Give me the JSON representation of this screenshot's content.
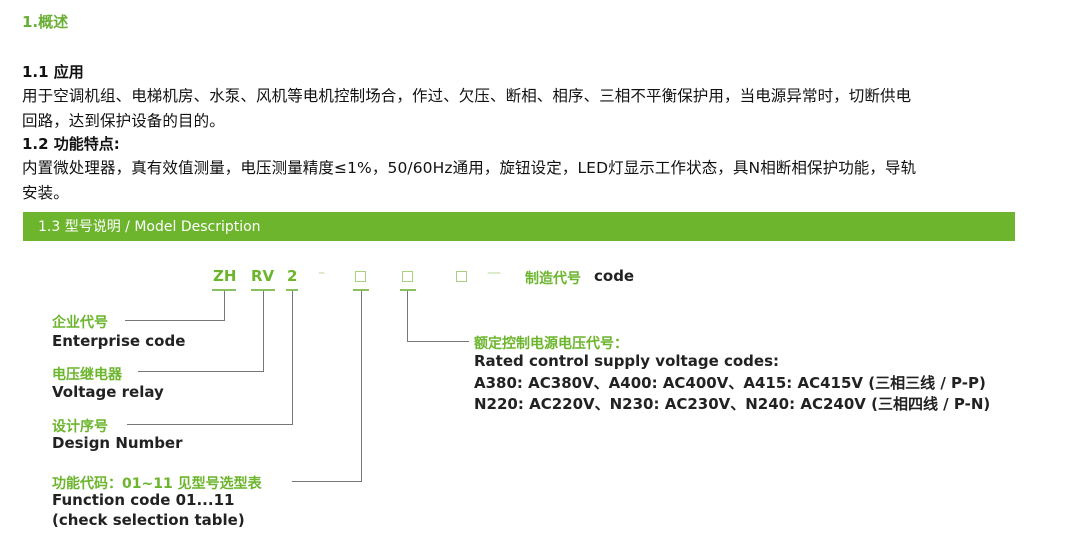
{
  "section": {
    "title": "1.概述"
  },
  "application": {
    "heading": "1.1 应用",
    "lines": [
      "用于空调机组、电梯机房、水泵、风机等电机控制场合，作过、欠压、断相、相序、三相不平衡保护用，当电源异常时，切断供电",
      "回路，达到保护设备的目的。"
    ]
  },
  "features": {
    "heading": "1.2 功能特点:",
    "lines": [
      "内置微处理器，真有效值测量，电压测量精度≤1%，50/60Hz通用，旋钮设定，LED灯显示工作状态，具N相断相保护功能，导轨",
      "安装。"
    ]
  },
  "model": {
    "banner": "1.3 型号说明 / Model Description",
    "banner_color": "#6cb52d",
    "accent_color": "#6cb52d",
    "code_parts": [
      "ZH",
      "RV",
      "2",
      "–",
      "□",
      "□",
      "□",
      "—"
    ],
    "code_label_cn": "制造代号",
    "code_label_en": "code",
    "labels": [
      {
        "cn": "企业代号",
        "en": "Enterprise code"
      },
      {
        "cn": "电压继电器",
        "en": "Voltage relay"
      },
      {
        "cn": "设计序号",
        "en": "Design Number"
      },
      {
        "cn": "功能代码：01~11 见型号选型表",
        "en": "Function code 01...11",
        "en2": "(check selection table)"
      }
    ],
    "voltage": {
      "cn": "额定控制电源电压代号：",
      "en": "Rated control supply voltage codes:",
      "line1": "A380: AC380V、A400: AC400V、A415: AC415V (三相三线 / P-P)",
      "line2": "N220: AC220V、N230: AC230V、N240: AC240V (三相四线 / P-N)"
    }
  }
}
